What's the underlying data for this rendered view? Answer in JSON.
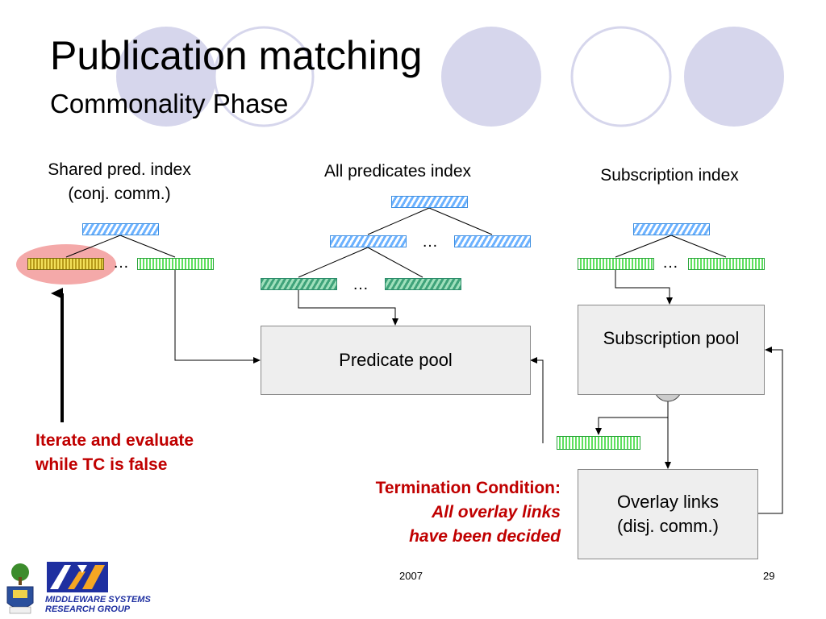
{
  "title": "Publication matching",
  "subtitle": "Commonality Phase",
  "labels": {
    "shared_index_line1": "Shared pred. index",
    "shared_index_line2": "(conj. comm.)",
    "all_predicates_index": "All predicates index",
    "subscription_index": "Subscription index"
  },
  "boxes": {
    "predicate_pool": "Predicate pool",
    "subscription_pool": "Subscription pool",
    "overlay_links_line1": "Overlay links",
    "overlay_links_line2": "(disj. comm.)"
  },
  "ellipsis": "…",
  "iterate_text": {
    "line1": "Iterate and evaluate",
    "line2": "while TC is false"
  },
  "termination": {
    "line1": "Termination Condition:",
    "line2": "All overlay links",
    "line3": "have been decided"
  },
  "footer": {
    "year": "2007",
    "page": "29",
    "logo_text_line1": "MIDDLEWARE SYSTEMS",
    "logo_text_line2": "RESEARCH GROUP"
  },
  "colors": {
    "accent_red": "#c00000",
    "circle_fill": "#d6d6ec",
    "highlight": "#f4a0a0"
  }
}
